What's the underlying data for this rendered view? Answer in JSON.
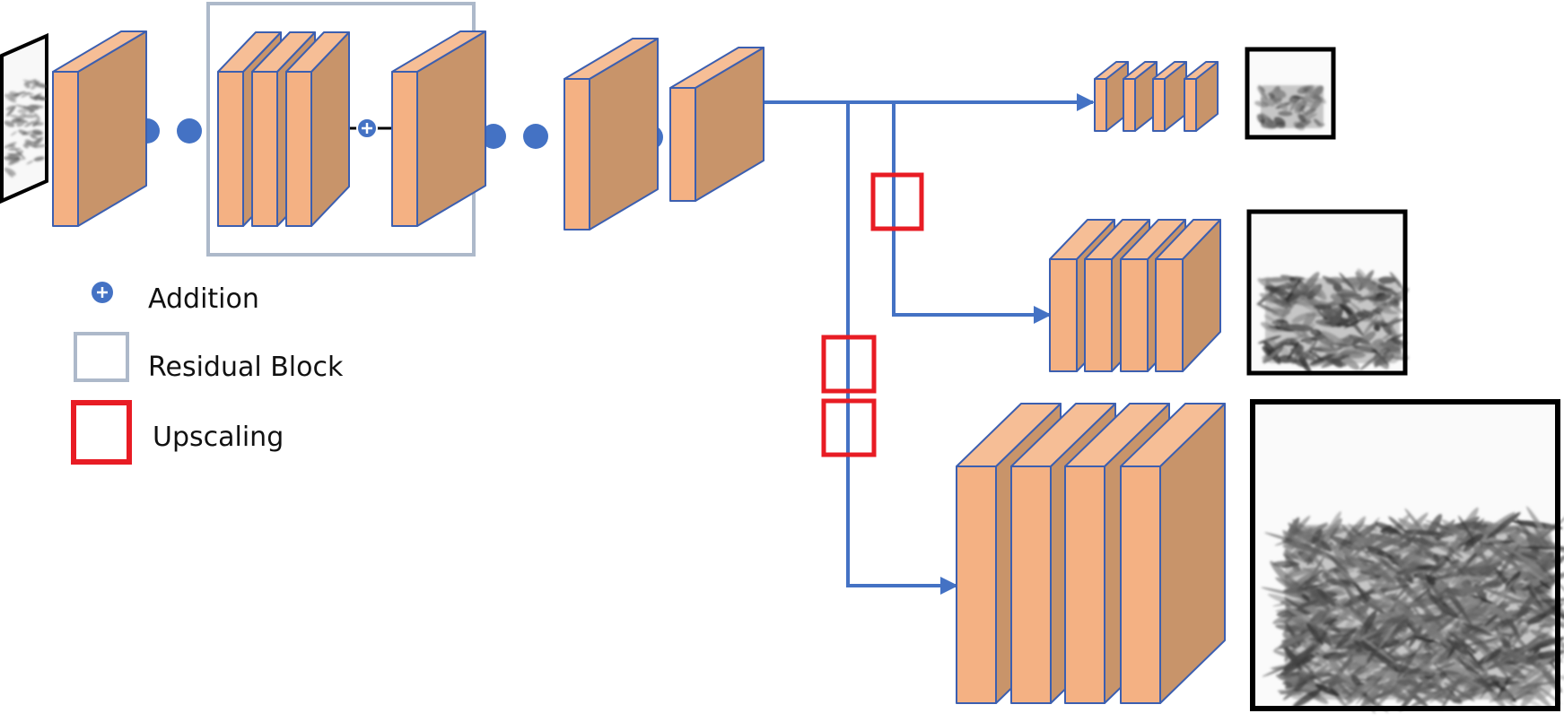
{
  "legend": {
    "addition_label": "Addition",
    "residual_block_label": "Residual Block",
    "upscaling_label": "Upscaling"
  },
  "colors": {
    "layer_front": "#f4b183",
    "layer_side": "#c8946a",
    "layer_top": "#f6be96",
    "layer_edge": "#3c5fb0",
    "arrow": "#4472c4",
    "dot": "#4472c4",
    "residual_block": "#adb9ca",
    "upscaling": "#e81c24",
    "frame": "#000000",
    "texture": "#555555"
  },
  "icons": [
    "addition-icon",
    "arrow-icon",
    "ellipsis-dots-icon"
  ]
}
